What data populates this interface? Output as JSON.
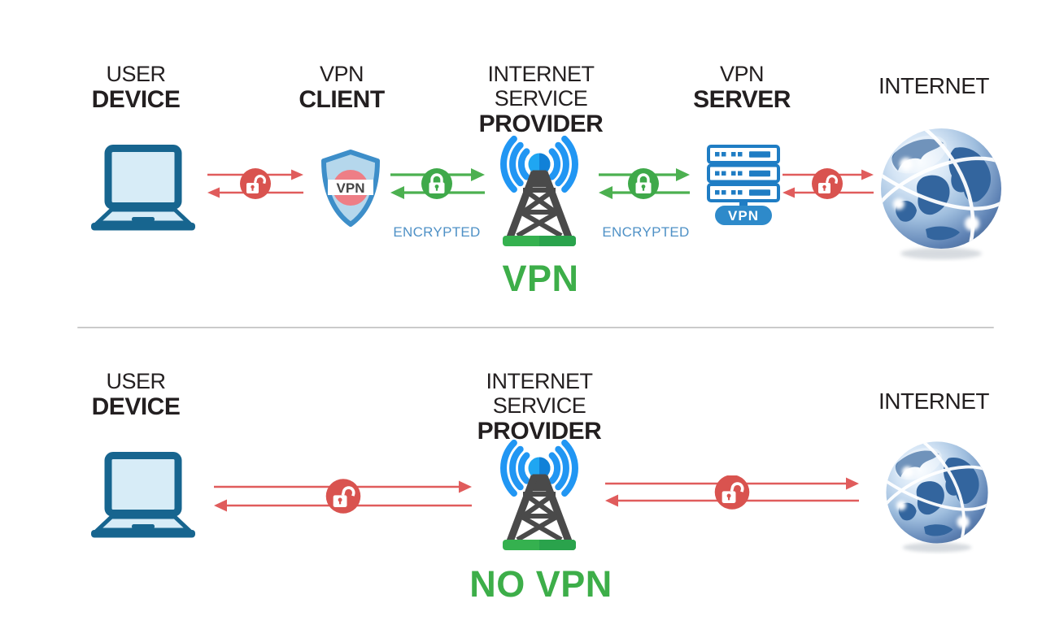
{
  "colors": {
    "secure_green": "#3fa94a",
    "insecure_red": "#d9534f",
    "arrow_red": "#e05c5c",
    "arrow_green": "#4cb050",
    "encrypted_text_blue": "#4f91c6",
    "caption_green": "#3dae49",
    "signal_blue": "#2196f3",
    "device_blue": "#17658f",
    "label_dark": "#231f20"
  },
  "with_vpn": {
    "user_device": {
      "line1": "USER",
      "line2": "DEVICE"
    },
    "vpn_client": {
      "line1": "VPN",
      "line2": "CLIENT",
      "shield_label": "VPN"
    },
    "isp": {
      "line1": "INTERNET SERVICE",
      "line2": "PROVIDER",
      "caption": "VPN"
    },
    "vpn_server": {
      "line1": "VPN",
      "line2": "SERVER",
      "badge": "VPN"
    },
    "internet": {
      "label": "INTERNET"
    },
    "link_client_isp": {
      "label": "ENCRYPTED"
    },
    "link_isp_server": {
      "label": "ENCRYPTED"
    }
  },
  "no_vpn": {
    "user_device": {
      "line1": "USER",
      "line2": "DEVICE"
    },
    "isp": {
      "line1": "INTERNET SERVICE",
      "line2": "PROVIDER",
      "caption": "NO VPN"
    },
    "internet": {
      "label": "INTERNET"
    }
  }
}
